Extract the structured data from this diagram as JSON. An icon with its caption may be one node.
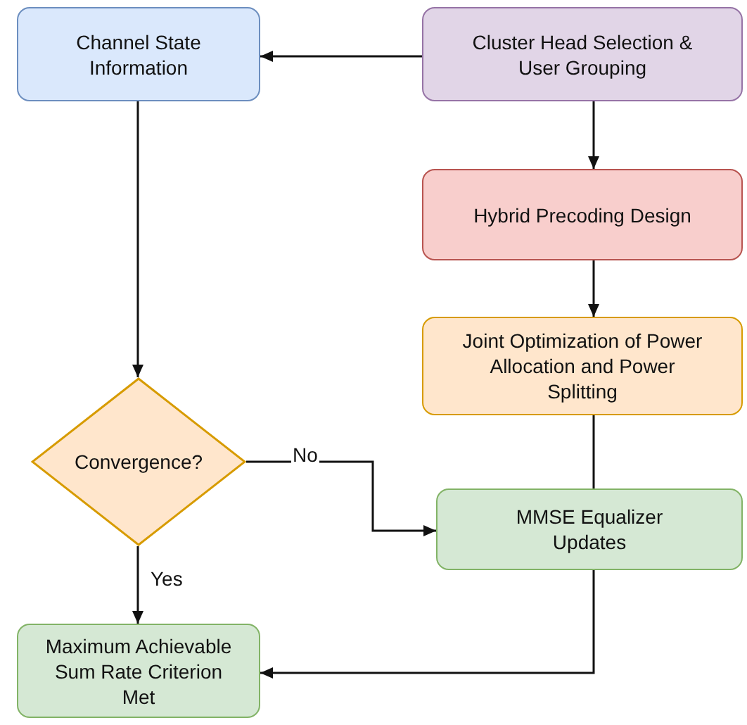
{
  "diagram": {
    "nodes": [
      {
        "text": [
          "Channel State Information"
        ]
      },
      {
        "text": [
          "Cluster Head Selection & User Grouping"
        ]
      },
      {
        "text": [
          "Hybrid Precoding Design"
        ]
      },
      {
        "text": [
          "Joint Optimization of Power Allocation and Power Splitting"
        ]
      },
      {
        "text": [
          "Convergence?"
        ]
      },
      {
        "text": [
          "MMSE Equalizer Updates"
        ]
      },
      {
        "text": [
          "Maximum Achievable Sum Rate Criterion Met"
        ]
      }
    ],
    "edges": [
      {
        "from": 1,
        "to": 0,
        "arrow": "to"
      },
      {
        "from": 1,
        "to": 2,
        "arrow": "to"
      },
      {
        "from": 2,
        "to": 3,
        "arrow": "to"
      },
      {
        "from": 3,
        "to": 5,
        "arrow": "none"
      },
      {
        "from": 0,
        "to": 4,
        "arrow": "to"
      },
      {
        "from": 4,
        "to": 5,
        "arrow": "to",
        "label": "No"
      },
      {
        "from": 4,
        "to": 6,
        "arrow": "to",
        "label": "Yes"
      },
      {
        "from": 5,
        "to": 6,
        "arrow": "to"
      }
    ]
  }
}
